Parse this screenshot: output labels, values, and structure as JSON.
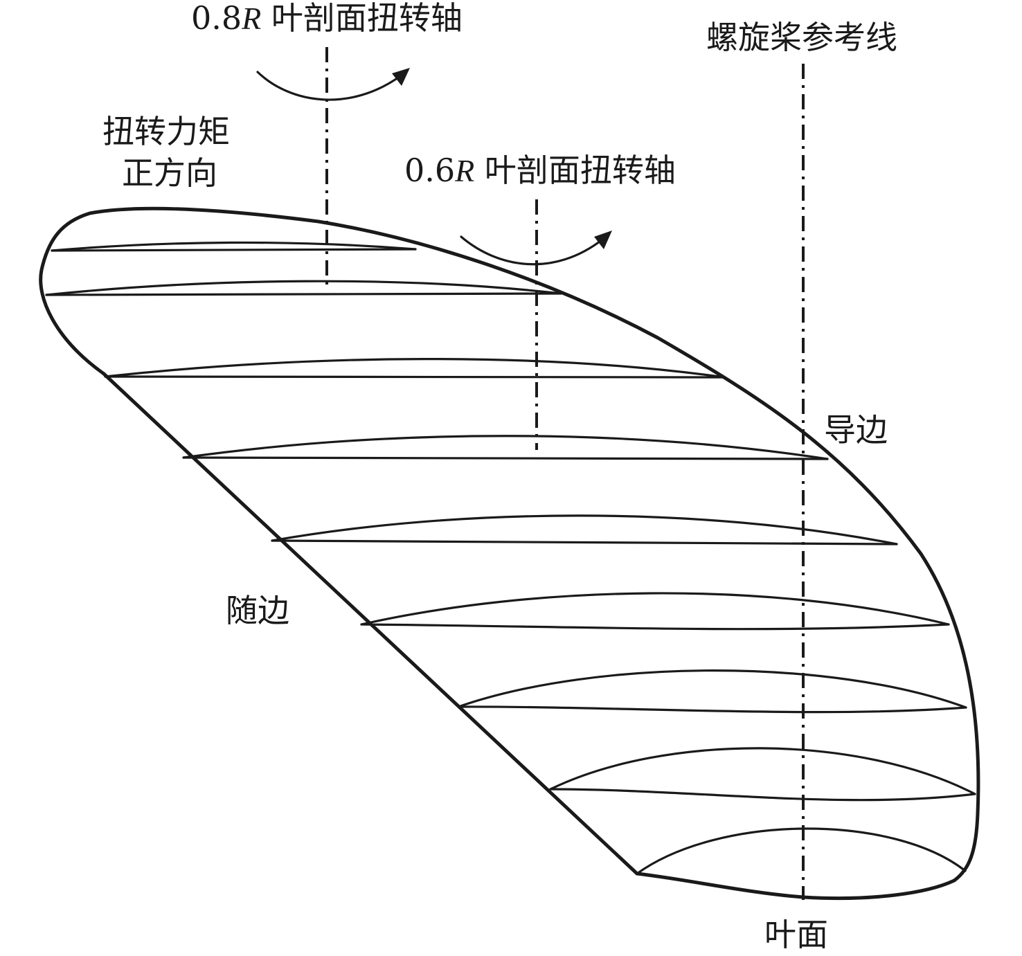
{
  "labels": {
    "axis_08_value": "0.8",
    "axis_08_symbol": "R",
    "axis_08_text": " 叶剖面扭转轴",
    "axis_06_value": "0.6",
    "axis_06_symbol": "R",
    "axis_06_text": " 叶剖面扭转轴",
    "reference_line": "螺旋桨参考线",
    "torque_line1": "扭转力矩",
    "torque_line2": "正方向",
    "leading_edge": "导边",
    "trailing_edge": "随边",
    "blade_face": "叶面"
  }
}
